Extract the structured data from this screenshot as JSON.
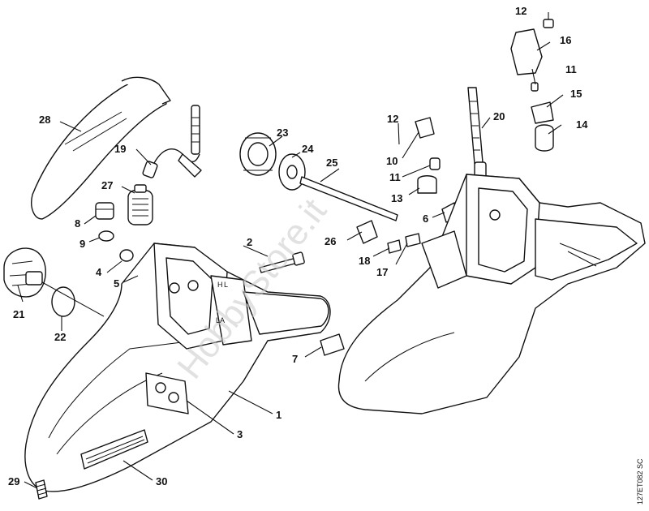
{
  "drawing_code": "127ET082 SC",
  "watermark": "HobbyStore.it",
  "housing_marks": [
    "H",
    "L",
    "LA"
  ],
  "callouts": [
    {
      "id": "c1",
      "label": "1"
    },
    {
      "id": "c2",
      "label": "2"
    },
    {
      "id": "c3",
      "label": "3"
    },
    {
      "id": "c4",
      "label": "4"
    },
    {
      "id": "c5",
      "label": "5"
    },
    {
      "id": "c6",
      "label": "6"
    },
    {
      "id": "c7",
      "label": "7"
    },
    {
      "id": "c8",
      "label": "8"
    },
    {
      "id": "c9",
      "label": "9"
    },
    {
      "id": "c10",
      "label": "10"
    },
    {
      "id": "c11a",
      "label": "11"
    },
    {
      "id": "c11b",
      "label": "11"
    },
    {
      "id": "c12a",
      "label": "12"
    },
    {
      "id": "c12b",
      "label": "12"
    },
    {
      "id": "c13",
      "label": "13"
    },
    {
      "id": "c14",
      "label": "14"
    },
    {
      "id": "c15",
      "label": "15"
    },
    {
      "id": "c16",
      "label": "16"
    },
    {
      "id": "c17",
      "label": "17"
    },
    {
      "id": "c18",
      "label": "18"
    },
    {
      "id": "c19",
      "label": "19"
    },
    {
      "id": "c20",
      "label": "20"
    },
    {
      "id": "c21",
      "label": "21"
    },
    {
      "id": "c22",
      "label": "22"
    },
    {
      "id": "c23",
      "label": "23"
    },
    {
      "id": "c24",
      "label": "24"
    },
    {
      "id": "c25",
      "label": "25"
    },
    {
      "id": "c26",
      "label": "26"
    },
    {
      "id": "c27",
      "label": "27"
    },
    {
      "id": "c28",
      "label": "28"
    },
    {
      "id": "c29",
      "label": "29"
    },
    {
      "id": "c30",
      "label": "30"
    }
  ]
}
